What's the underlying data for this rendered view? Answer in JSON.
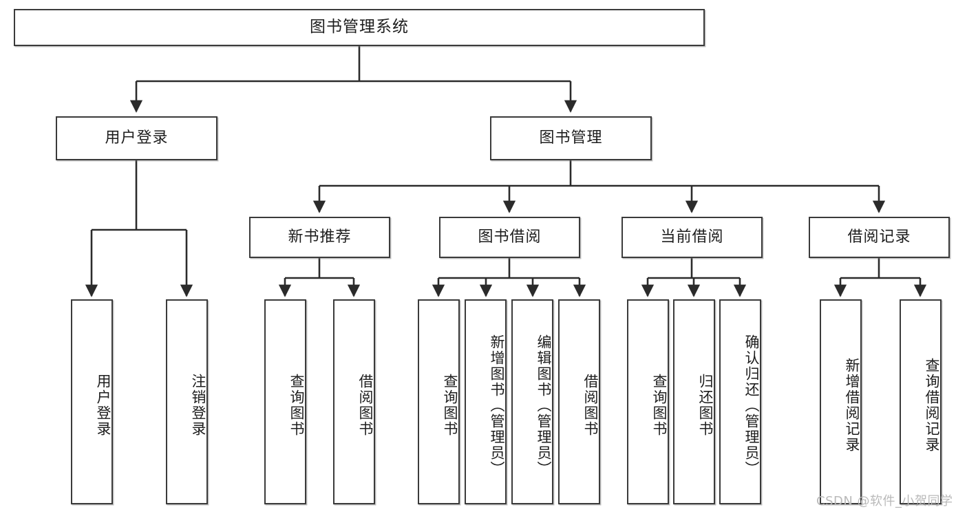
{
  "diagram": {
    "title": "图书管理系统",
    "type": "tree",
    "watermark": "CSDN @软件_小贺同学",
    "colors": {
      "node_border": "#3a3a3a",
      "node_fill": "#ffffff",
      "edge": "#2b2b2b",
      "text": "#1d1d1d",
      "watermark": "#b9b9b9"
    },
    "levels": {
      "root": [
        "图书管理系统"
      ],
      "level2": [
        "用户登录",
        "图书管理"
      ],
      "level3": [
        "新书推荐",
        "图书借阅",
        "当前借阅",
        "借阅记录"
      ],
      "leaves": [
        "用户登录",
        "注销登录",
        "查询图书",
        "借阅图书",
        "查询图书",
        "新增图书（管理员）",
        "编辑图书（管理员）",
        "借阅图书",
        "查询图书",
        "归还图书",
        "确认归还（管理员）",
        "新增借阅记录",
        "查询借阅记录"
      ]
    },
    "nodes": {
      "root": {
        "label": "图书管理系统"
      },
      "user_login": {
        "label": "用户登录"
      },
      "book_mgmt": {
        "label": "图书管理"
      },
      "new_book_rec": {
        "label": "新书推荐"
      },
      "book_borrow": {
        "label": "图书借阅"
      },
      "current_borrow": {
        "label": "当前借阅"
      },
      "borrow_record": {
        "label": "借阅记录"
      },
      "leaf_user_login": {
        "label": "用户登录"
      },
      "leaf_logout": {
        "label": "注销登录"
      },
      "leaf_query_book_a": {
        "label": "查询图书"
      },
      "leaf_borrow_book_a": {
        "label": "借阅图书"
      },
      "leaf_query_book_b": {
        "label": "查询图书"
      },
      "leaf_add_book": {
        "label": "新增图书（管理员）"
      },
      "leaf_edit_book": {
        "label": "编辑图书（管理员）"
      },
      "leaf_borrow_book_b": {
        "label": "借阅图书"
      },
      "leaf_query_book_c": {
        "label": "查询图书"
      },
      "leaf_return_book": {
        "label": "归还图书"
      },
      "leaf_confirm_return": {
        "label": "确认归还（管理员）"
      },
      "leaf_add_record": {
        "label": "新增借阅记录"
      },
      "leaf_query_record": {
        "label": "查询借阅记录"
      }
    },
    "edges": [
      {
        "from": "root",
        "to": "user_login"
      },
      {
        "from": "root",
        "to": "book_mgmt"
      },
      {
        "from": "user_login",
        "to": "leaf_user_login"
      },
      {
        "from": "user_login",
        "to": "leaf_logout"
      },
      {
        "from": "book_mgmt",
        "to": "new_book_rec"
      },
      {
        "from": "book_mgmt",
        "to": "book_borrow"
      },
      {
        "from": "book_mgmt",
        "to": "current_borrow"
      },
      {
        "from": "book_mgmt",
        "to": "borrow_record"
      },
      {
        "from": "new_book_rec",
        "to": "leaf_query_book_a"
      },
      {
        "from": "new_book_rec",
        "to": "leaf_borrow_book_a"
      },
      {
        "from": "book_borrow",
        "to": "leaf_query_book_b"
      },
      {
        "from": "book_borrow",
        "to": "leaf_add_book"
      },
      {
        "from": "book_borrow",
        "to": "leaf_edit_book"
      },
      {
        "from": "book_borrow",
        "to": "leaf_borrow_book_b"
      },
      {
        "from": "current_borrow",
        "to": "leaf_query_book_c"
      },
      {
        "from": "current_borrow",
        "to": "leaf_return_book"
      },
      {
        "from": "current_borrow",
        "to": "leaf_confirm_return"
      },
      {
        "from": "borrow_record",
        "to": "leaf_add_record"
      },
      {
        "from": "borrow_record",
        "to": "leaf_query_record"
      }
    ]
  }
}
